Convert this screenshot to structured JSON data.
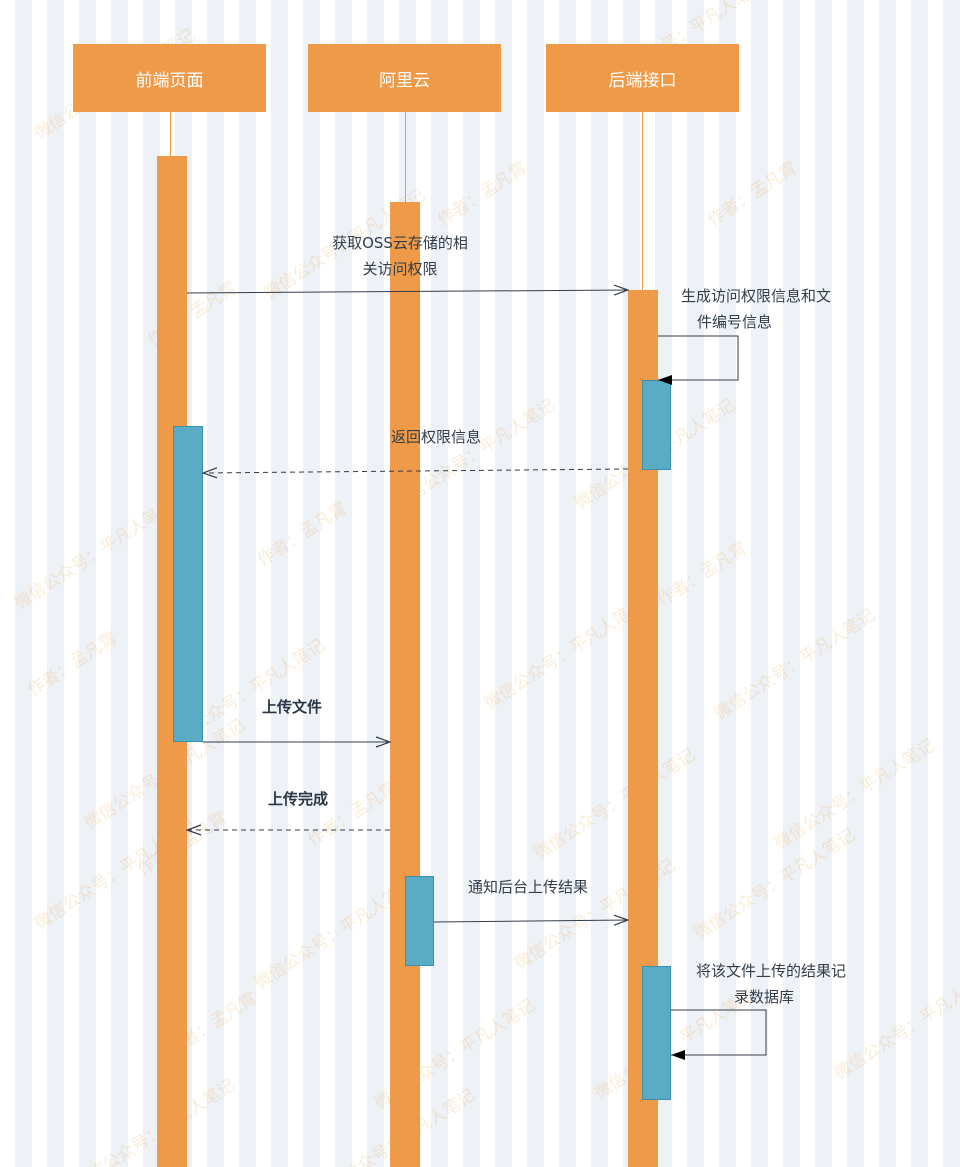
{
  "actors": {
    "frontend": "前端页面",
    "aliyun": "阿里云",
    "backend": "后端接口"
  },
  "messages": {
    "request_access": [
      "获取OSS云存储的相",
      "关访问权限"
    ],
    "generate_info": [
      "生成访问权限信息和文",
      "件编号信息"
    ],
    "return_access": "返回权限信息",
    "upload_file": "上传文件",
    "upload_done": "上传完成",
    "notify_backend": "通知后台上传结果",
    "save_result": [
      "将该文件上传的结果记",
      "录数据库"
    ]
  },
  "watermarks": [
    "微信公众号：平凡人笔记",
    "作者：孟凡霄"
  ],
  "colors": {
    "lifeline": "#ee9a48",
    "activation": "#5aacc6",
    "arrow": "#333d4a"
  }
}
